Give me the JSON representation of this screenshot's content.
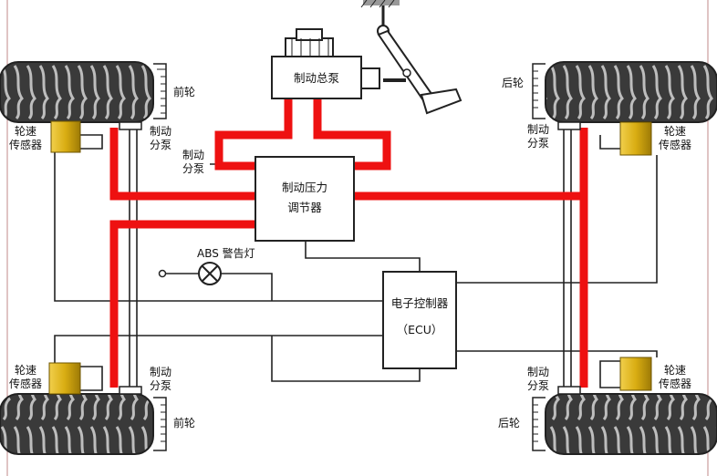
{
  "colors": {
    "brake_line": "#ee1111",
    "wire": "#222222",
    "sensor": "#d9ad12",
    "tire_dark": "#333333",
    "tread": "#bdbdbd",
    "border": "#c08a8a"
  },
  "master_cylinder": {
    "label": "制动总泵"
  },
  "modulator": {
    "line1": "制动压力",
    "line2": "调节器"
  },
  "ecu": {
    "line1": "电子控制器",
    "line2": "（ECU）"
  },
  "warning_lamp": {
    "label": "ABS 警告灯",
    "icon": "warning-lamp-icon"
  },
  "wheel_cylinder": {
    "line1": "制动",
    "line2": "分泵"
  },
  "sensor_label": {
    "line1": "轮速",
    "line2": "传感器"
  },
  "wheels": {
    "front_left": "前轮",
    "front_right": "后轮",
    "rear_left": "前轮",
    "rear_right": "后轮"
  }
}
